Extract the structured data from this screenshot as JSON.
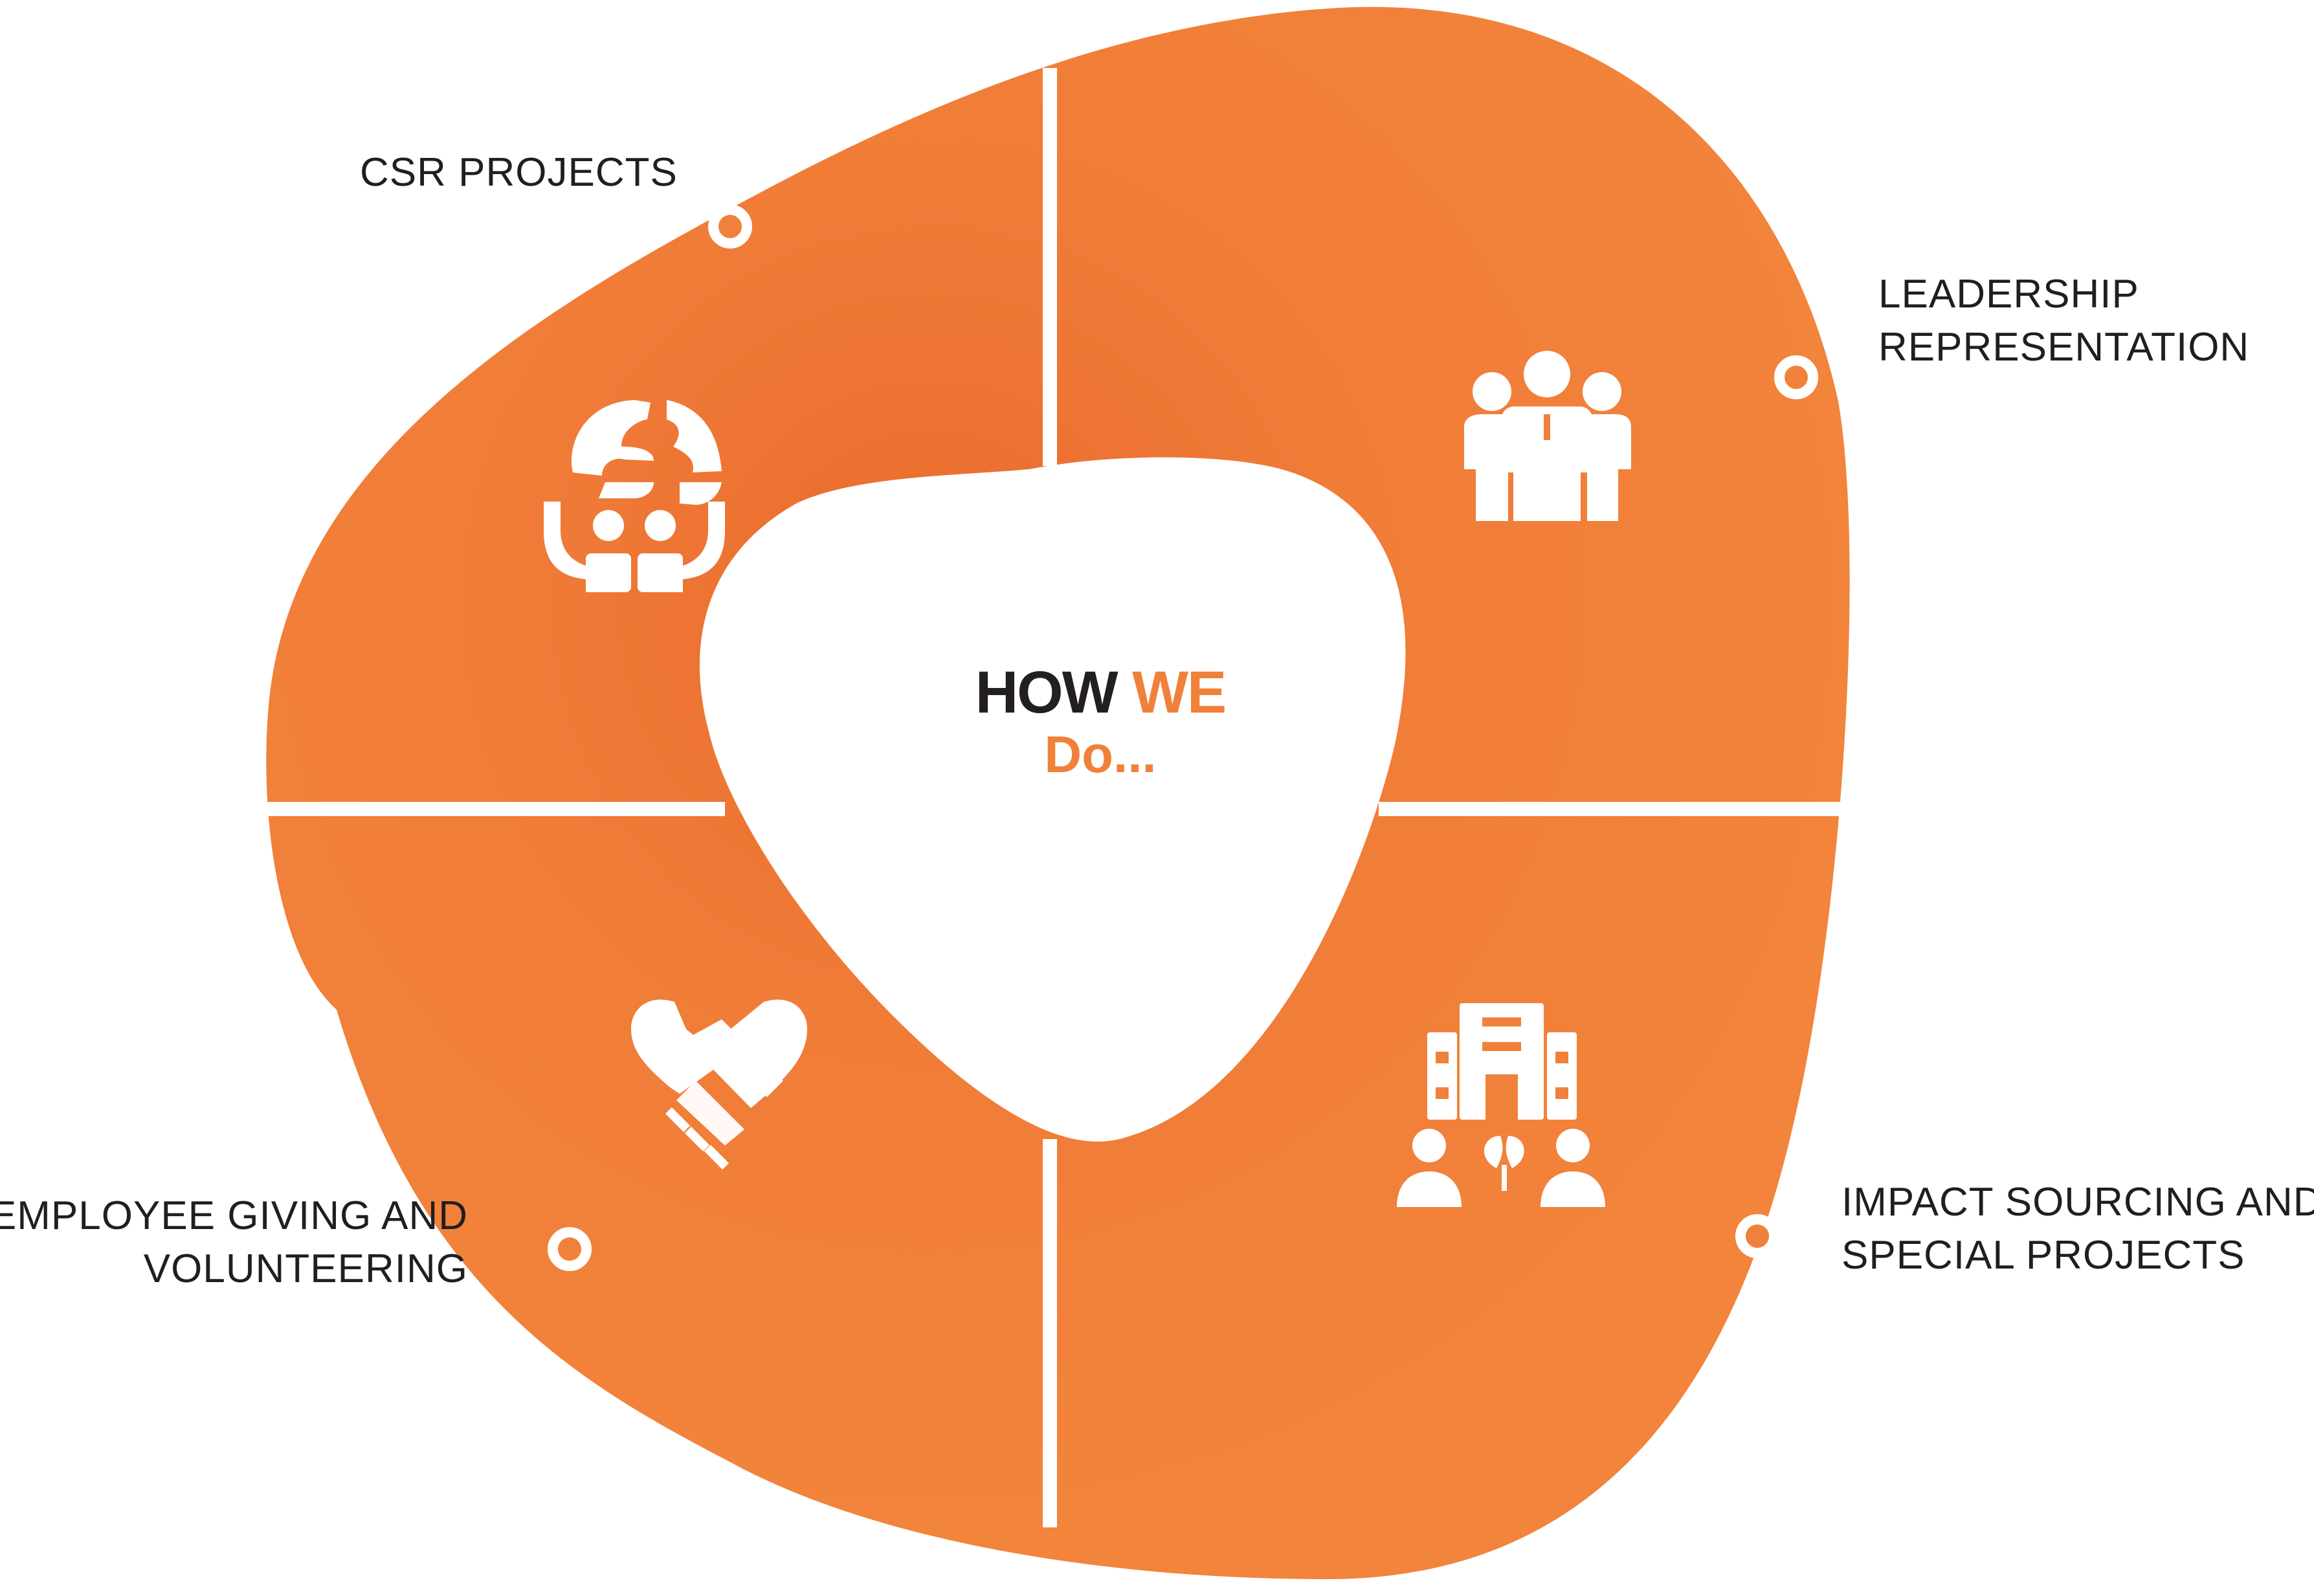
{
  "center": {
    "title_dark": "HOW",
    "title_accent": "WE",
    "subtitle": "Do..."
  },
  "segments": [
    {
      "name": "csr",
      "lines": [
        "CSR PROJECTS"
      ],
      "icon": "world-care-icon"
    },
    {
      "name": "leadership",
      "lines": [
        "LEADERSHIP",
        "REPRESENTATION"
      ],
      "icon": "leadership-team-icon"
    },
    {
      "name": "employee",
      "lines": [
        "EMPLOYEE GIVING AND",
        "VOLUNTEERING"
      ],
      "icon": "handshake-heart-icon"
    },
    {
      "name": "impact",
      "lines": [
        "IMPACT SOURCING AND",
        "SPECIAL PROJECTS"
      ],
      "icon": "building-people-icon"
    }
  ],
  "colors": {
    "accent": "#f0813a",
    "accent_dark": "#e8692a",
    "text": "#231f20",
    "background": "#ffffff"
  }
}
